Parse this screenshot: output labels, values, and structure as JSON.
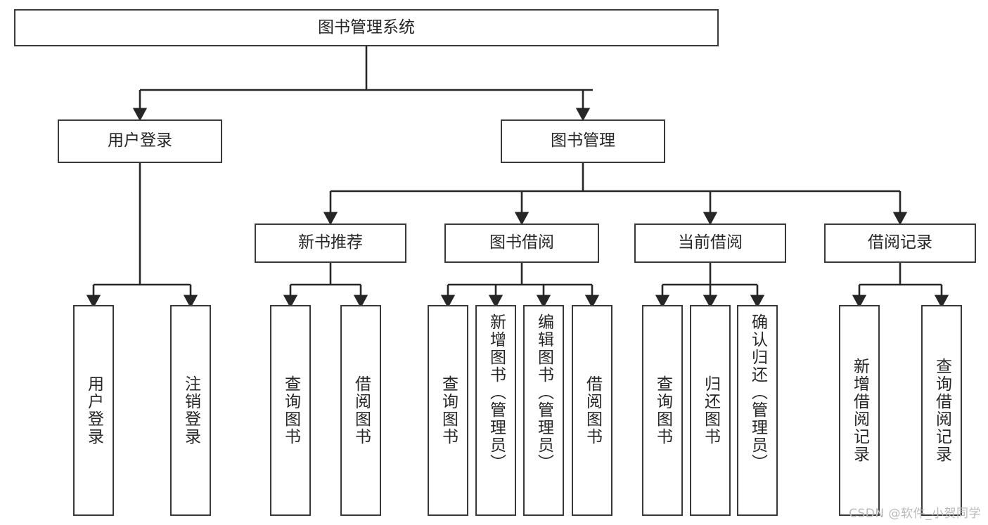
{
  "diagram": {
    "title": "图书管理系统",
    "type": "hierarchy-tree",
    "watermark": "CSDN @软件_小贺同学",
    "colors": {
      "box_border": "#3a3a3a",
      "box_fill": "#ffffff",
      "connector": "#262626",
      "text": "#262626",
      "watermark": "#b9b9b9"
    },
    "levels": {
      "level1": [
        {
          "id": "root",
          "label": "图书管理系统"
        }
      ],
      "level2": [
        {
          "id": "user-login",
          "label": "用户登录"
        },
        {
          "id": "book-manage",
          "label": "图书管理"
        }
      ],
      "level3": [
        {
          "id": "new-book-recommend",
          "label": "新书推荐"
        },
        {
          "id": "book-borrow",
          "label": "图书借阅"
        },
        {
          "id": "current-borrow",
          "label": "当前借阅"
        },
        {
          "id": "borrow-record",
          "label": "借阅记录"
        }
      ],
      "level4": [
        {
          "id": "leaf-user-login",
          "label": "用户登录",
          "parent": "user-login"
        },
        {
          "id": "leaf-logout-login",
          "label": "注销登录",
          "parent": "user-login"
        },
        {
          "id": "leaf-query-book-1",
          "label": "查询图书",
          "parent": "new-book-recommend"
        },
        {
          "id": "leaf-borrow-book-1",
          "label": "借阅图书",
          "parent": "new-book-recommend"
        },
        {
          "id": "leaf-query-book-2",
          "label": "查询图书",
          "parent": "book-borrow"
        },
        {
          "id": "leaf-add-book",
          "label": "新增图书（管理员）",
          "parent": "book-borrow"
        },
        {
          "id": "leaf-edit-book",
          "label": "编辑图书（管理员）",
          "parent": "book-borrow"
        },
        {
          "id": "leaf-borrow-book-2",
          "label": "借阅图书",
          "parent": "book-borrow"
        },
        {
          "id": "leaf-query-book-3",
          "label": "查询图书",
          "parent": "current-borrow"
        },
        {
          "id": "leaf-return-book",
          "label": "归还图书",
          "parent": "current-borrow"
        },
        {
          "id": "leaf-confirm-return",
          "label": "确认归还（管理员）",
          "parent": "current-borrow"
        },
        {
          "id": "leaf-add-record",
          "label": "新增借阅记录",
          "parent": "borrow-record"
        },
        {
          "id": "leaf-query-record",
          "label": "查询借阅记录",
          "parent": "borrow-record"
        }
      ]
    }
  }
}
